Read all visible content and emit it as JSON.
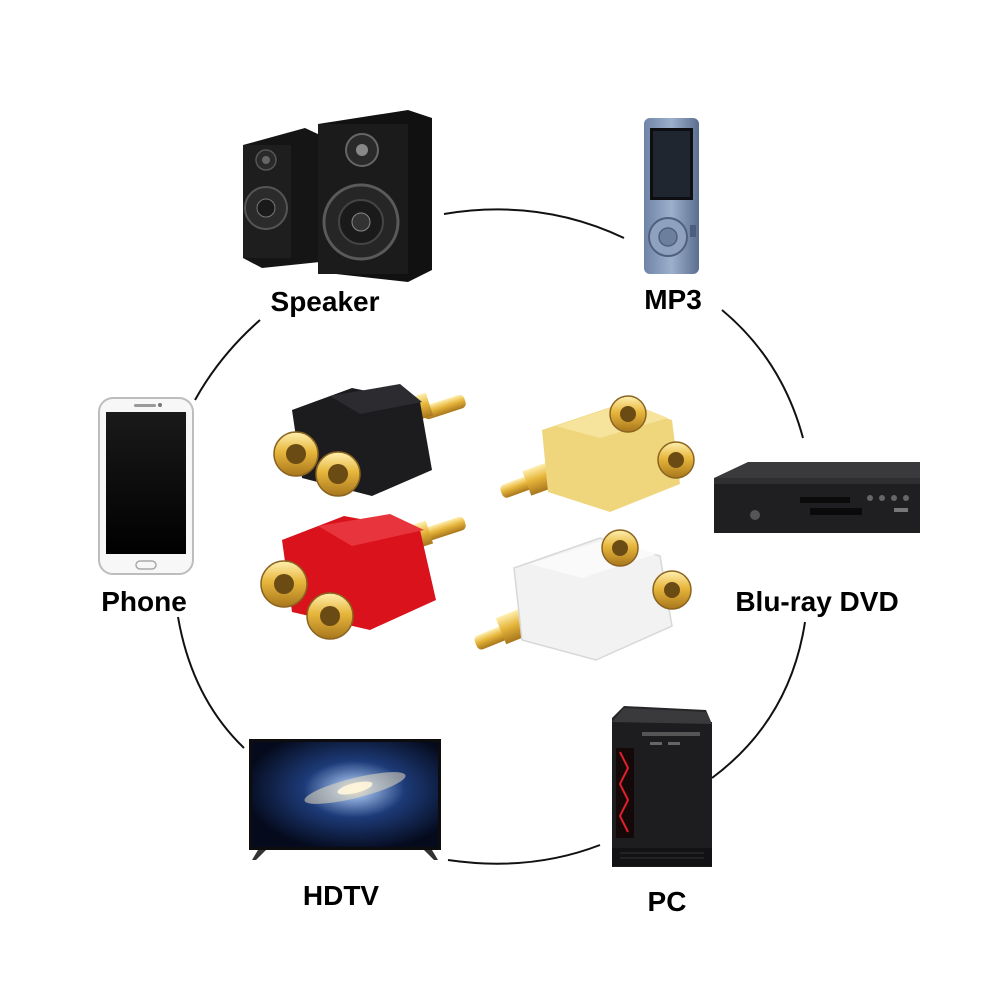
{
  "devices": {
    "speaker": {
      "label": "Speaker",
      "icon": "speaker-icon"
    },
    "mp3": {
      "label": "MP3",
      "icon": "mp3-player-icon"
    },
    "phone": {
      "label": "Phone",
      "icon": "smartphone-icon"
    },
    "bluray": {
      "label": "Blu-ray DVD",
      "icon": "bluray-player-icon"
    },
    "hdtv": {
      "label": "HDTV",
      "icon": "tv-icon"
    },
    "pc": {
      "label": "PC",
      "icon": "pc-tower-icon"
    }
  },
  "adapters": [
    {
      "name": "black-adapter",
      "color": "#1c1c1e"
    },
    {
      "name": "yellow-adapter",
      "color": "#efd67c"
    },
    {
      "name": "red-adapter",
      "color": "#d9121c"
    },
    {
      "name": "white-adapter",
      "color": "#f2f2f2"
    }
  ],
  "colors": {
    "gold": "#e7b63c",
    "ring": "#111111"
  }
}
